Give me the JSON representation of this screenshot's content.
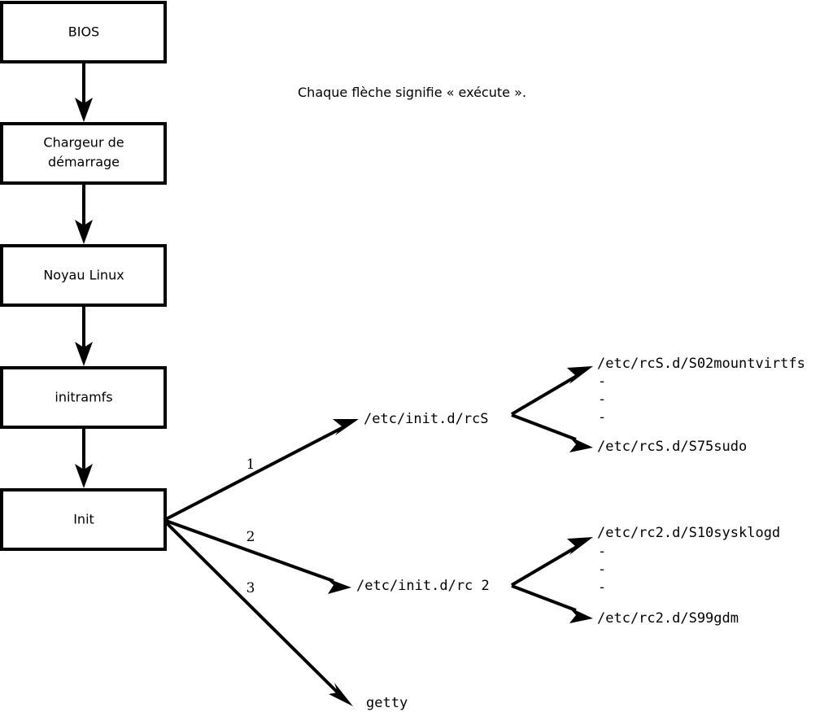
{
  "diagram": {
    "caption": "Chaque flèche signifie « exécute ».",
    "boot_chain": [
      {
        "id": "bios",
        "label": "BIOS"
      },
      {
        "id": "bootloader",
        "label": "Chargeur de\ndémarrage"
      },
      {
        "id": "kernel",
        "label": "Noyau Linux"
      },
      {
        "id": "initramfs",
        "label": "initramfs"
      },
      {
        "id": "init",
        "label": "Init"
      }
    ],
    "bootloader_line1": "Chargeur de",
    "bootloader_line2": "démarrage",
    "init_branches": [
      {
        "number": "1",
        "target": "/etc/init.d/rcS"
      },
      {
        "number": "2",
        "target": "/etc/init.d/rc 2"
      },
      {
        "number": "3",
        "target": "getty"
      }
    ],
    "rcs_scripts": {
      "first": "/etc/rcS.d/S02mountvirtfs",
      "ellipsis": [
        "-",
        "-",
        "-"
      ],
      "last": "/etc/rcS.d/S75sudo"
    },
    "rc2_scripts": {
      "first": "/etc/rc2.d/S10sysklogd",
      "ellipsis": [
        "-",
        "-",
        "-"
      ],
      "last": "/etc/rc2.d/S99gdm"
    },
    "colors": {
      "background": "#ffffff",
      "stroke": "#000000",
      "box_fill": "#ffffff",
      "text": "#000000"
    }
  }
}
